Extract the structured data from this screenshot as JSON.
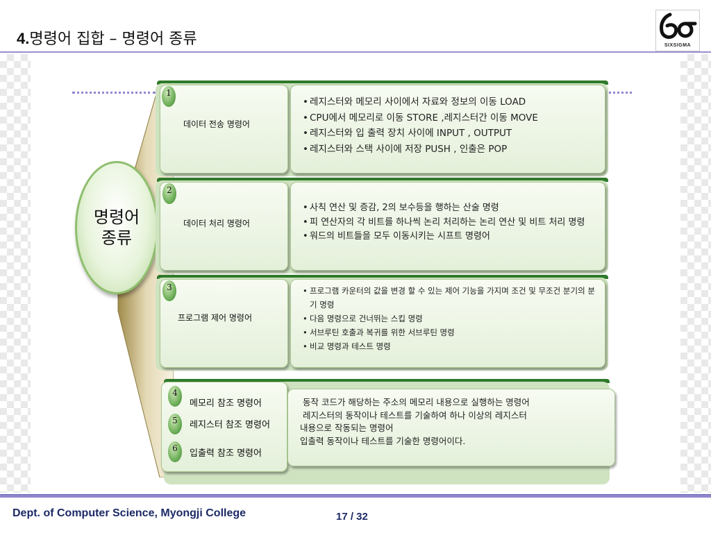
{
  "title": {
    "number": "4.",
    "text": "명령어 집합 – 명령어 종류"
  },
  "logo": {
    "text": "SIXSIGMA"
  },
  "center_label": {
    "line1": "명령어",
    "line2": "종류"
  },
  "rows": [
    {
      "number": "1",
      "label": "데이터 전송 명령어",
      "items": [
        "레지스터와 메모리 사이에서 자료와 정보의 이동 LOAD",
        "CPU에서 메모리로 이동 STORE ,레지스터간 이동 MOVE",
        "레지스터와 입 출력 장치 사이에 INPUT  , OUTPUT",
        "레지스터와  스택 사이에 저장 PUSH , 인출은 POP"
      ]
    },
    {
      "number": "2",
      "label": "데이터 처리 명령어",
      "items": [
        "사칙 연산 및 증감, 2의 보수등을 행하는 산술 명령",
        "피 연산자의 각 비트를 하나씩 논리 처리하는 논리 연산 및 비트 처리 명령",
        "워드의 비트들을 모두 이동시키는 시프트 명령어"
      ]
    },
    {
      "number": "3",
      "label": "프로그램 제어 명령어",
      "items": [
        "프로그램 카운터의 값을 변경 할 수 있는 제어 기능을 가지며 조건 및 무조건 분기의 분기 명령",
        "다음 명령으로 건너뛰는 스킵 명령",
        "서브루틴 호출과 복귀를 위한 서브루틴 명령",
        "비교 명령과 테스트 명령"
      ]
    }
  ],
  "row4": {
    "items": [
      {
        "number": "4",
        "label": "메모리 참조 명령어"
      },
      {
        "number": "5",
        "label": "레지스터 참조 명령어"
      },
      {
        "number": "6",
        "label": "입출력 참조 명령어"
      }
    ],
    "lines": [
      " 동작 코드가 해당하는 주소의 메모리 내용으로 실행하는 명령어",
      " 레지스터의 동작이나 테스트를 기술하여 하나 이상의 레지스터",
      "내용으로 작동되는 명령어",
      "입출력 동작이나 테스트를 기술한 명령어이다."
    ]
  },
  "footer": {
    "dept": "Dept. of Computer Science, Myongji College",
    "page": "17 / 32"
  }
}
